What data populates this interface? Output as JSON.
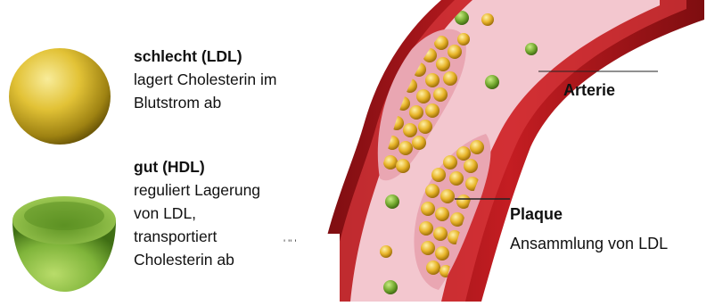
{
  "ldl": {
    "title": "schlecht (LDL)",
    "lines": [
      "lagert Cholesterin im",
      "Blutstrom ab"
    ]
  },
  "hdl": {
    "title": "gut (HDL)",
    "lines": [
      "reguliert Lagerung",
      "von LDL,",
      "transportiert",
      "Cholesterin ab"
    ]
  },
  "artery": {
    "label": "Arterie"
  },
  "plaque": {
    "title": "Plaque",
    "subtitle": "Ansammlung von LDL"
  },
  "colors": {
    "ldl_yellow": "#e3c236",
    "hdl_green": "#7fb43a",
    "artery_red": "#b0161a",
    "lumen_pink": "#f3c7cf"
  }
}
